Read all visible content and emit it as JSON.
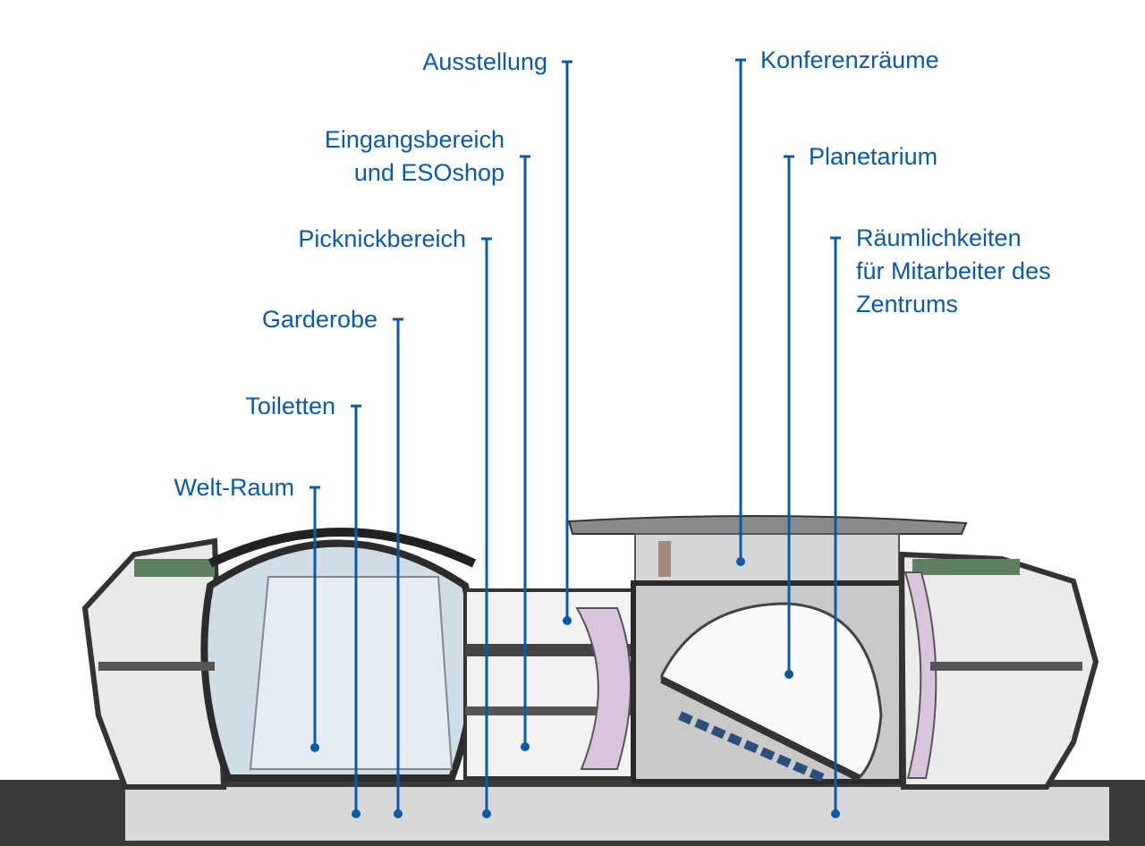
{
  "diagram": {
    "accent_color": "#0a5aa8",
    "labels": {
      "ausstellung": "Ausstellung",
      "eingang_line1": "Eingangsbereich",
      "eingang_line2": "und ESOshop",
      "picknick": "Picknickbereich",
      "garderobe": "Garderobe",
      "toiletten": "Toiletten",
      "weltraum": "Welt-Raum",
      "konferenz": "Konferenzräume",
      "planetarium": "Planetarium",
      "mitarbeiter_line1": "Räumlichkeiten",
      "mitarbeiter_line2": "für Mitarbeiter des",
      "mitarbeiter_line3": "Zentrums"
    }
  }
}
